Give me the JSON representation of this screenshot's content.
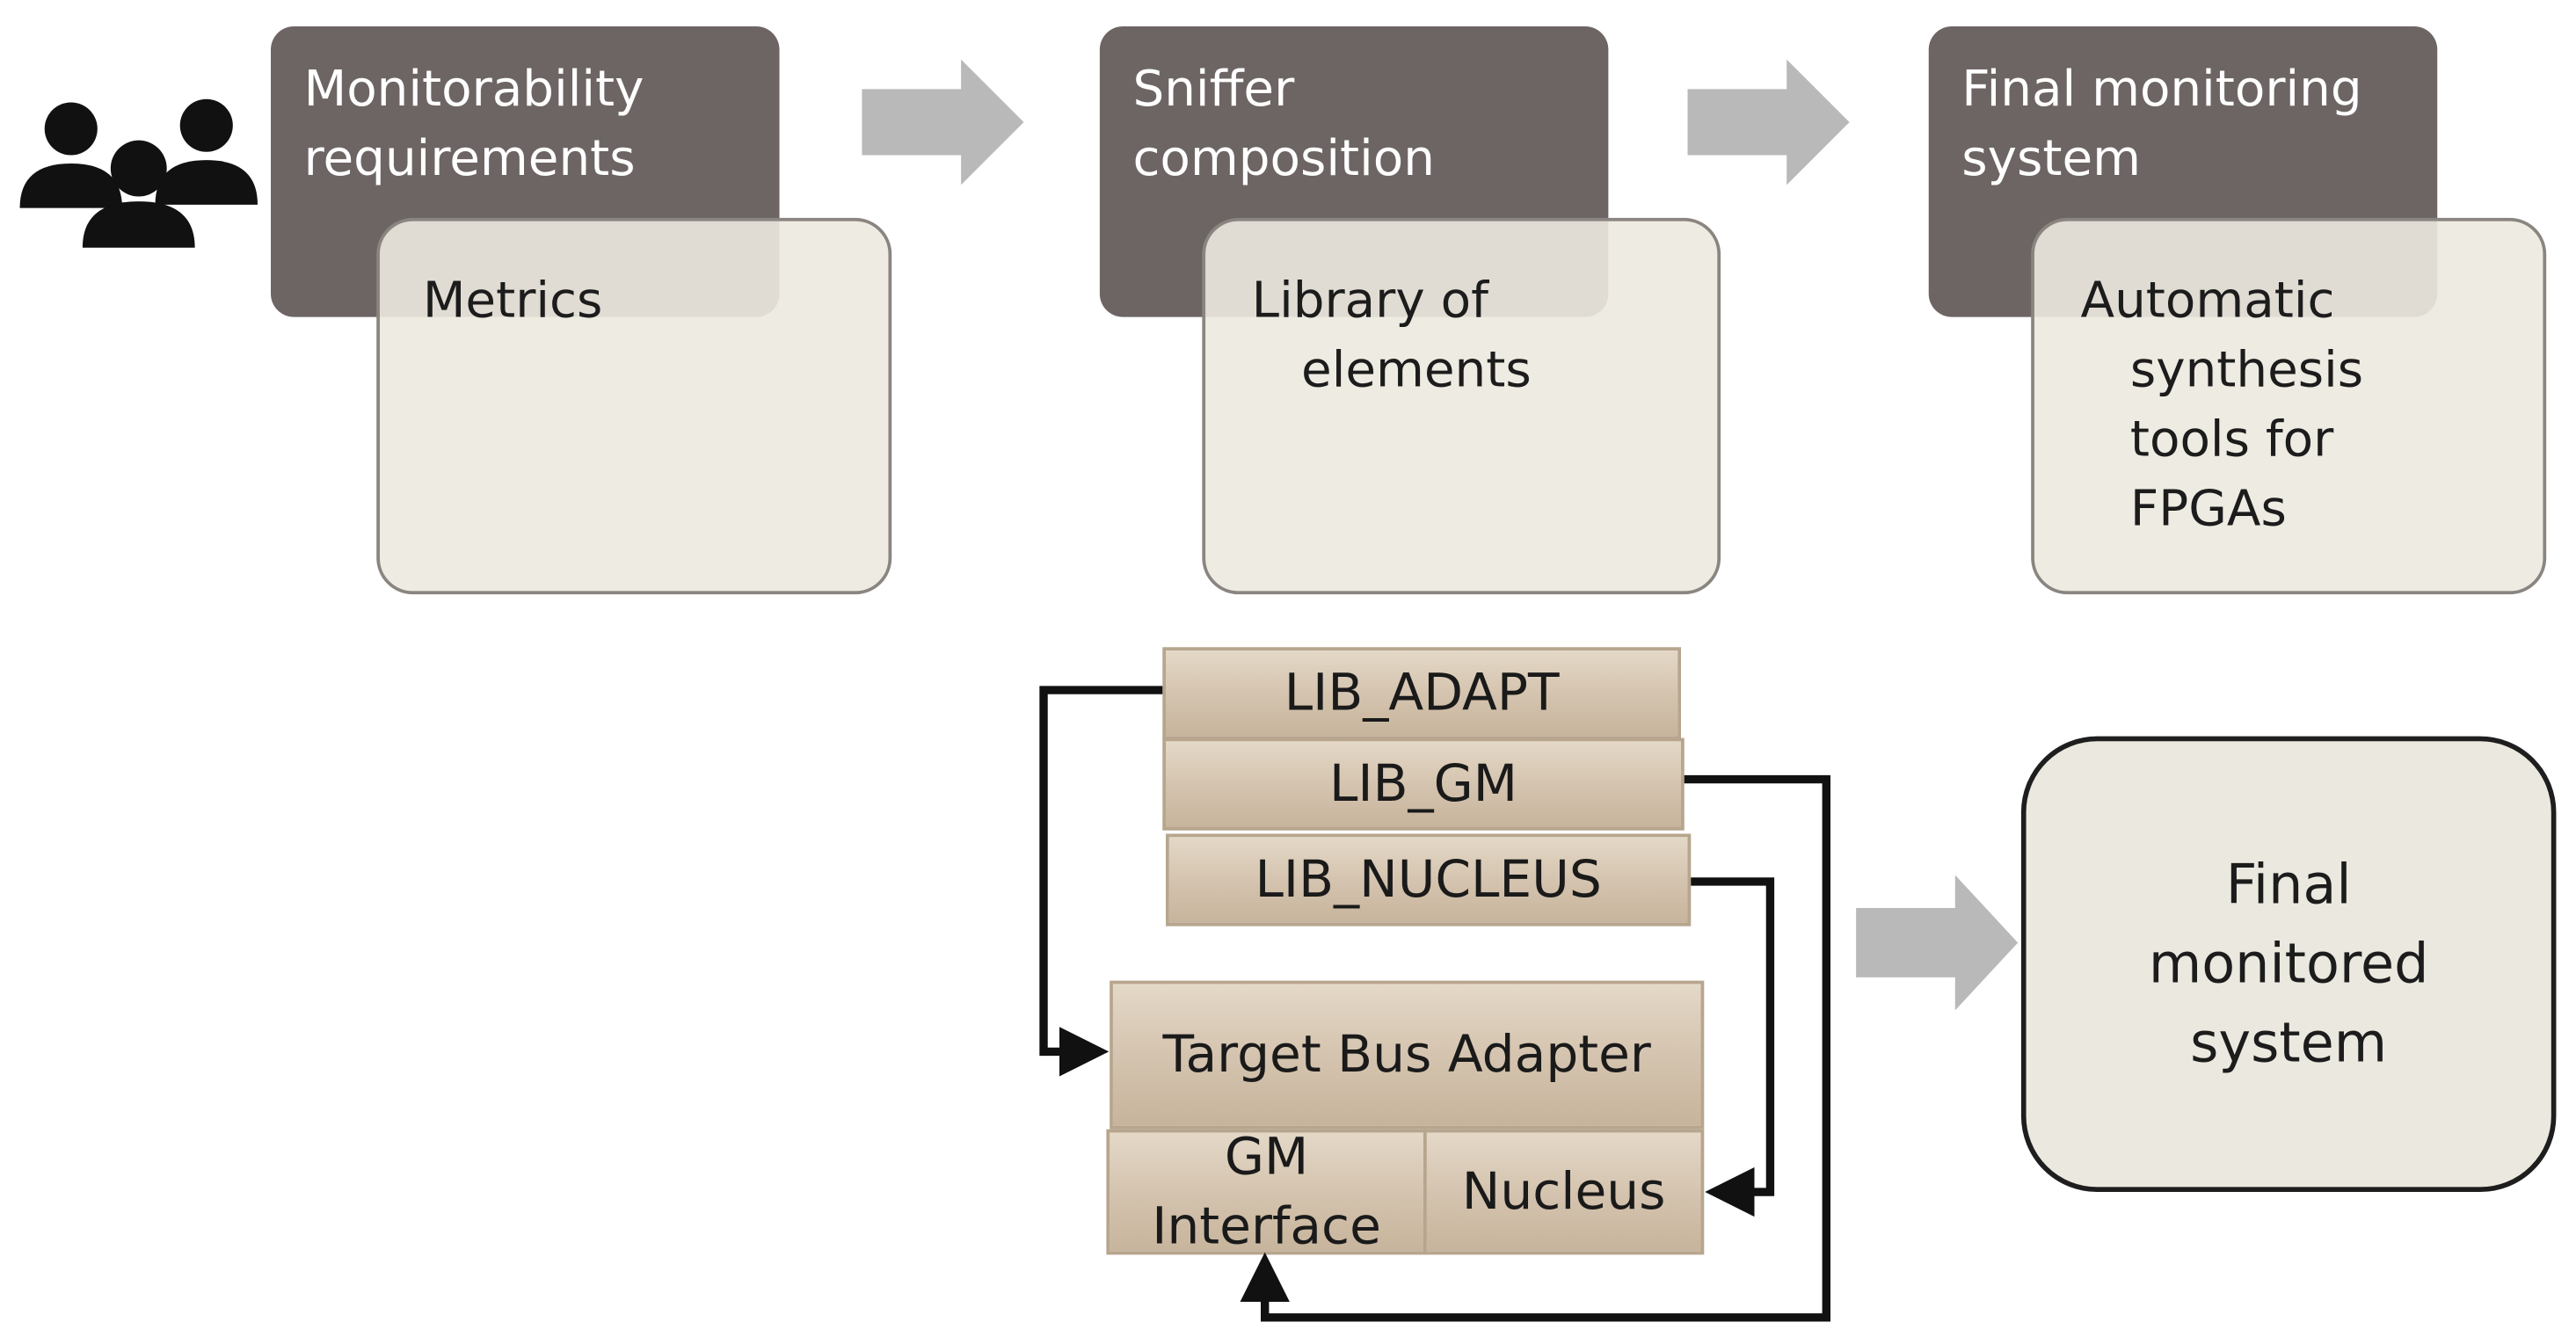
{
  "stages": [
    {
      "title_lines": [
        "Monitorability",
        "requirements"
      ],
      "sub_lines": [
        "Metrics"
      ]
    },
    {
      "title_lines": [
        "Sniffer",
        "composition"
      ],
      "sub_lines": [
        "Library of",
        "elements"
      ]
    },
    {
      "title_lines": [
        "Final monitoring",
        "system"
      ],
      "sub_lines": [
        "Automatic",
        "synthesis",
        "tools for",
        "FPGAs"
      ]
    }
  ],
  "libraries": [
    "LIB_ADAPT",
    "LIB_GM",
    "LIB_NUCLEUS"
  ],
  "components": {
    "target_bus_adapter": "Target Bus Adapter",
    "gm_interface_lines": [
      "GM",
      "Interface"
    ],
    "nucleus": "Nucleus"
  },
  "final_box_lines": [
    "Final",
    "monitored",
    "system"
  ],
  "icons": {
    "users": "users-group-icon",
    "arrow": "right-arrow-icon"
  },
  "colors": {
    "header_bg": "#6d6564",
    "card_bg": "#ece9df",
    "library_bg": "#d3c2ad",
    "arrow_gray": "#b9b9b9",
    "connector": "#111111"
  }
}
